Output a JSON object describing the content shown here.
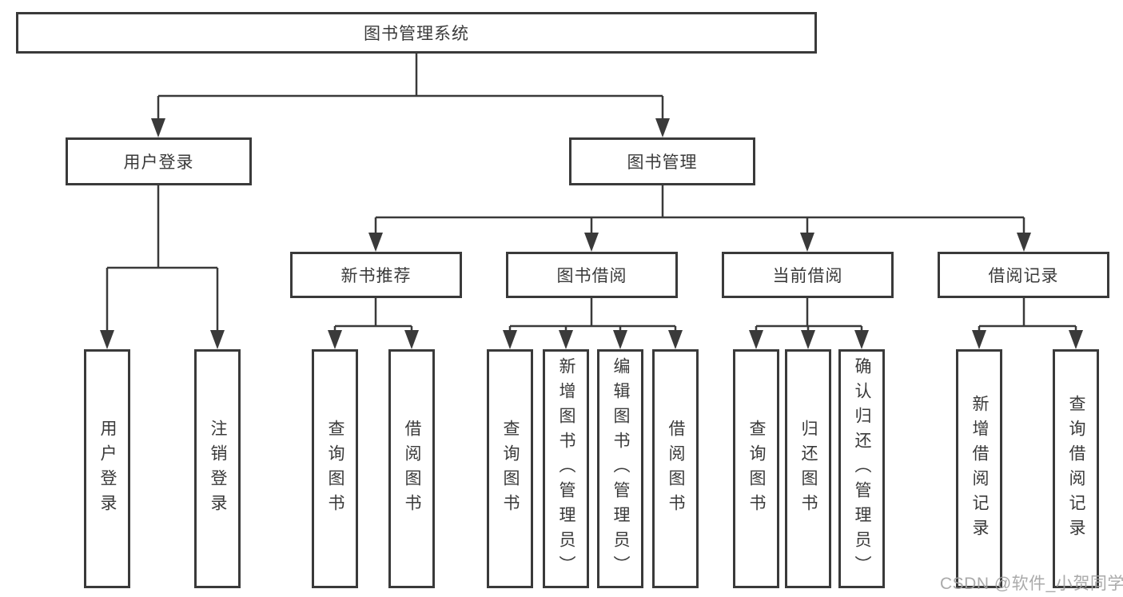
{
  "title": "图书管理系统",
  "watermark": "CSDN @软件_小贺同学",
  "colors": {
    "line": "#3a3a3a",
    "text": "#3a3a3a",
    "watermark": "#a3a3a3"
  },
  "level2": [
    {
      "label": "用户登录",
      "children": [
        {
          "label": "用户登录"
        },
        {
          "label": "注销登录"
        }
      ]
    },
    {
      "label": "图书管理",
      "children": [
        {
          "label": "新书推荐",
          "children": [
            {
              "label": "查询图书"
            },
            {
              "label": "借阅图书"
            }
          ]
        },
        {
          "label": "图书借阅",
          "children": [
            {
              "label": "查询图书"
            },
            {
              "label": "新增图书（管理员）"
            },
            {
              "label": "编辑图书（管理员）"
            },
            {
              "label": "借阅图书"
            }
          ]
        },
        {
          "label": "当前借阅",
          "children": [
            {
              "label": "查询图书"
            },
            {
              "label": "归还图书"
            },
            {
              "label": "确认归还（管理员）"
            }
          ]
        },
        {
          "label": "借阅记录",
          "children": [
            {
              "label": "新增借阅记录"
            },
            {
              "label": "查询借阅记录"
            }
          ]
        }
      ]
    }
  ]
}
